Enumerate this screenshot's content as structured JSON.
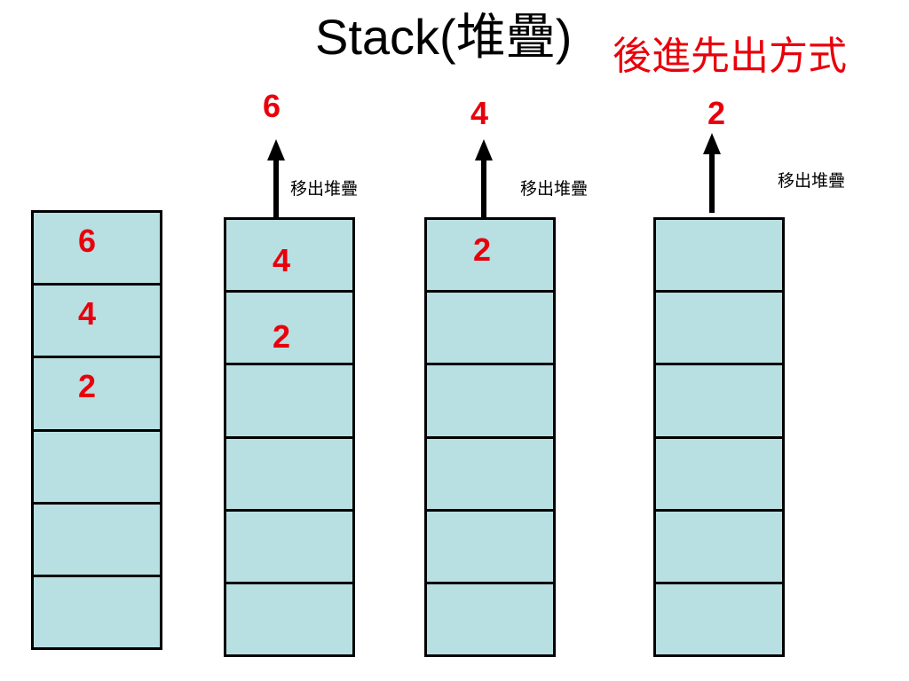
{
  "title": "Stack(堆疊)",
  "subtitle": "後進先出方式",
  "colors": {
    "cell_fill": "#b8dfe2",
    "value": "#e8000b",
    "subtitle": "#e8000b",
    "line": "#000000"
  },
  "stacks": [
    {
      "cells": [
        "6",
        "4",
        "2",
        "",
        "",
        ""
      ]
    },
    {
      "cells": [
        "4",
        "2",
        "",
        "",
        "",
        ""
      ],
      "popped": "6",
      "caption": "移出堆疊"
    },
    {
      "cells": [
        "2",
        "",
        "",
        "",
        "",
        ""
      ],
      "popped": "4",
      "caption": "移出堆疊"
    },
    {
      "cells": [
        "",
        "",
        "",
        "",
        "",
        ""
      ],
      "popped": "2",
      "caption": "移出堆疊"
    }
  ]
}
